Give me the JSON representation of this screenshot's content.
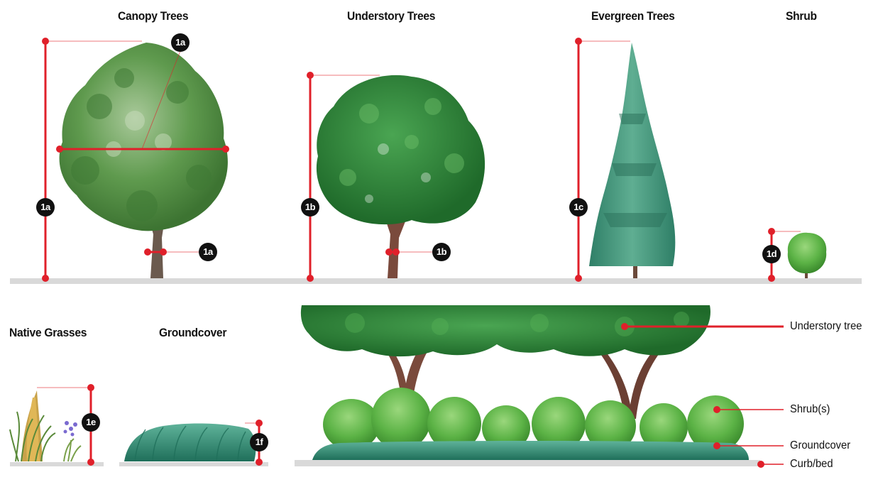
{
  "titles": {
    "canopy": "Canopy Trees",
    "understory": "Understory Trees",
    "evergreen": "Evergreen Trees",
    "shrub": "Shrub",
    "native_grasses": "Native Grasses",
    "groundcover": "Groundcover"
  },
  "badges": {
    "canopy_height": "1a",
    "canopy_spread": "1a",
    "canopy_caliper": "1a",
    "understory_height": "1b",
    "understory_caliper": "1b",
    "evergreen_height": "1c",
    "shrub_height": "1d",
    "grasses_height": "1e",
    "groundcover_height": "1f"
  },
  "section_labels": {
    "understory_tree": "Understory tree",
    "shrubs": "Shrub(s)",
    "groundcover": "Groundcover",
    "curb_bed": "Curb/bed"
  },
  "colors": {
    "accent_red": "#e0202a",
    "ground_gray": "#d9d9d9",
    "canopy_green": "#4f8f3e",
    "understory_green": "#2f7a35",
    "evergreen_teal": "#3f8f78",
    "shrub_green": "#5fb84a",
    "groundcover_teal": "#2e8a72",
    "trunk_brown": "#6b4a3a",
    "badge_black": "#111111"
  }
}
